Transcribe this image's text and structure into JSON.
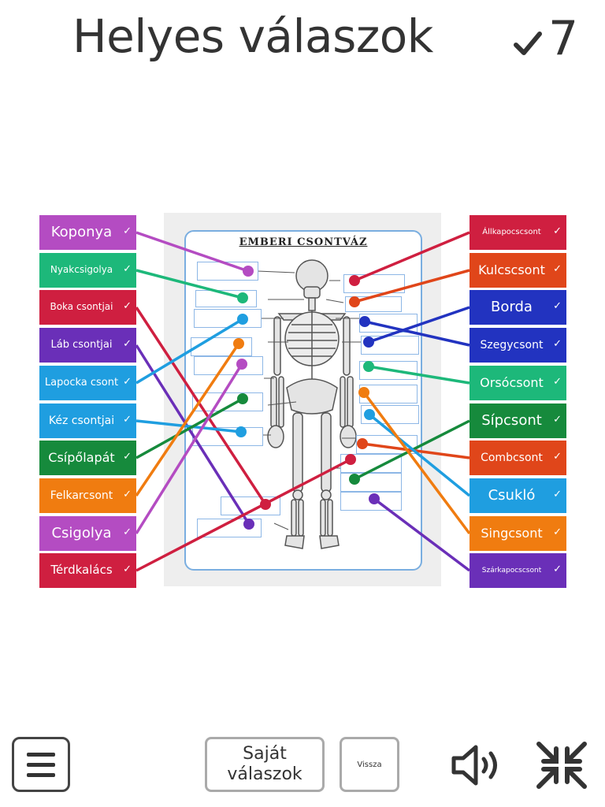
{
  "header": {
    "title": "Helyes válaszok",
    "score": "7"
  },
  "worksheet": {
    "title": "EMBERI CSONTVÁZ"
  },
  "left_labels": [
    {
      "text": "Koponya",
      "color": "#b44cc2",
      "checked": true
    },
    {
      "text": "Nyakcsigolya",
      "color": "#1db87a",
      "checked": true
    },
    {
      "text": "Boka csontjai",
      "color": "#cf1f40",
      "checked": true
    },
    {
      "text": "Láb csontjai",
      "color": "#6a2fb8",
      "checked": true
    },
    {
      "text": "Lapocka csont",
      "color": "#1f9ee0",
      "checked": true
    },
    {
      "text": "Kéz csontjai",
      "color": "#1f9ee0",
      "checked": true
    },
    {
      "text": "Csípőlapát",
      "color": "#168a3c",
      "checked": true
    },
    {
      "text": "Felkarcsont",
      "color": "#f07c10",
      "checked": true
    },
    {
      "text": "Csigolya",
      "color": "#b44cc2",
      "checked": true
    },
    {
      "text": "Térdkalács",
      "color": "#cf1f40",
      "checked": true
    }
  ],
  "right_labels": [
    {
      "text": "Állkapocscsont",
      "color": "#cf1f40",
      "checked": true
    },
    {
      "text": "Kulcscsont",
      "color": "#e0461a",
      "checked": true
    },
    {
      "text": "Borda",
      "color": "#2233c0",
      "checked": true
    },
    {
      "text": "Szegycsont",
      "color": "#2233c0",
      "checked": true
    },
    {
      "text": "Orsócsont",
      "color": "#1db87a",
      "checked": true
    },
    {
      "text": "Sípcsont",
      "color": "#168a3c",
      "checked": true
    },
    {
      "text": "Combcsont",
      "color": "#e0461a",
      "checked": true
    },
    {
      "text": "Csukló",
      "color": "#1f9ee0",
      "checked": true
    },
    {
      "text": "Singcsont",
      "color": "#f07c10",
      "checked": true
    },
    {
      "text": "Szárkapocscsont",
      "color": "#6a2fb8",
      "checked": true
    }
  ],
  "footer": {
    "own_answers_label": "Saját válaszok",
    "back_label": "Vissza"
  }
}
